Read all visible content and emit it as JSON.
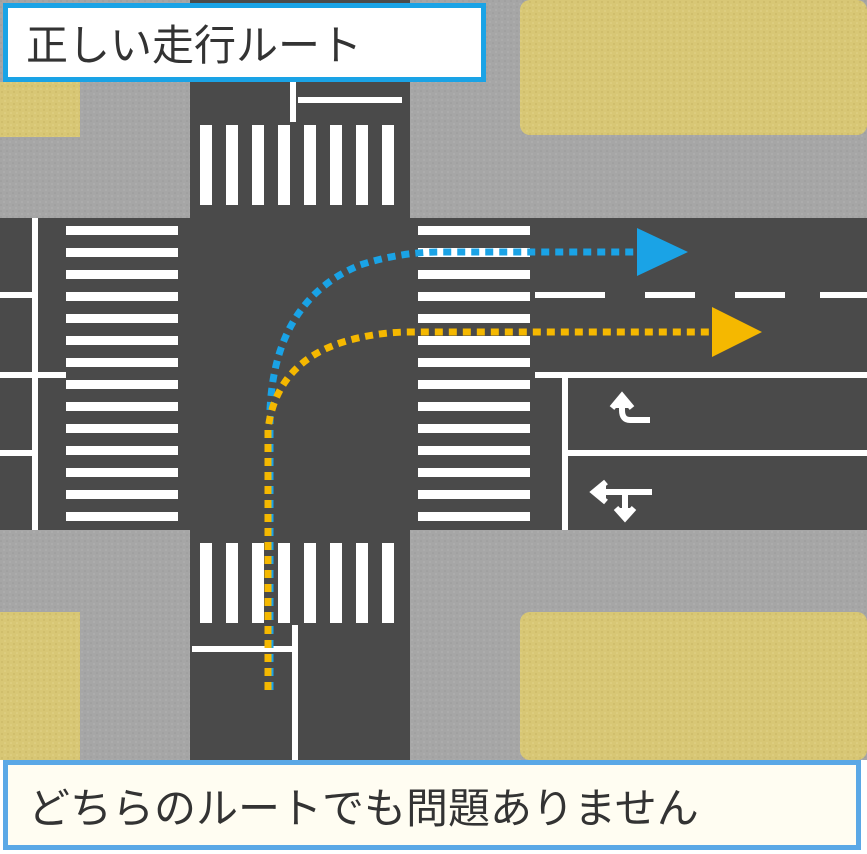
{
  "title": "正しい走行ルート",
  "note": "どちらのルートでも問題ありません",
  "colors": {
    "background": "#a9a9a9",
    "grass": "#d9c878",
    "road": "#4a4a4a",
    "road_marking": "#ffffff",
    "route_blue": "#1aa3e6",
    "route_yellow": "#f5b800",
    "label_border": "#1aa3e6"
  },
  "routes": [
    {
      "color": "route_blue",
      "description": "right turn into the far (outer) lane"
    },
    {
      "color": "route_yellow",
      "description": "right turn into the near (inner) lane"
    }
  ],
  "icons": [
    "turn-arrow-icon",
    "turn-straight-arrow-icon"
  ]
}
